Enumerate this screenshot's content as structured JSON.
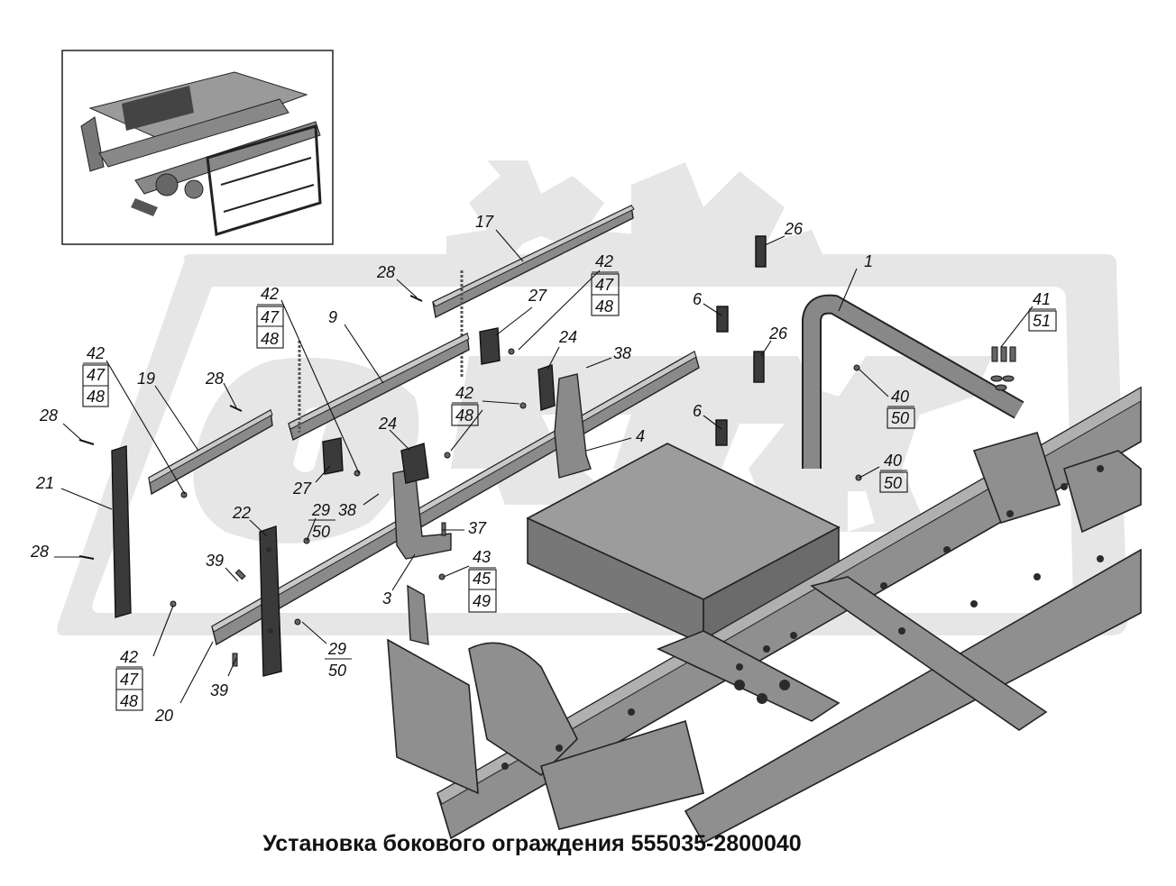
{
  "caption": "Установка бокового ограждения 555035-2800040",
  "callouts": {
    "c1": "1",
    "c3": "3",
    "c4": "4",
    "c6a": "6",
    "c6b": "6",
    "c9": "9",
    "c17": "17",
    "c19": "19",
    "c20": "20",
    "c21": "21",
    "c22": "22",
    "c24a": "24",
    "c24b": "24",
    "c26a": "26",
    "c26b": "26",
    "c27a": "27",
    "c27b": "27",
    "c28a": "28",
    "c28b": "28",
    "c28c": "28",
    "c28d": "28",
    "c37": "37",
    "c38a": "38",
    "c38b": "38",
    "c39a": "39",
    "c39b": "39"
  },
  "stacks": {
    "s1": [
      "42",
      "47",
      "48"
    ],
    "s2": [
      "42",
      "47",
      "48"
    ],
    "s3": [
      "42",
      "47",
      "48"
    ],
    "s4": [
      "42",
      "48"
    ],
    "s5": [
      "42",
      "47",
      "48"
    ],
    "s6": [
      "41",
      "51"
    ],
    "s7": [
      "40",
      "50"
    ],
    "s8": [
      "40",
      "50"
    ],
    "s9": [
      "43",
      "45",
      "49"
    ],
    "s10": [
      "29",
      "50"
    ],
    "s11": [
      "29",
      "50"
    ]
  },
  "colors": {
    "ink": "#111111",
    "watermark": "#e6e6e6",
    "part": "#8a8a8a"
  }
}
